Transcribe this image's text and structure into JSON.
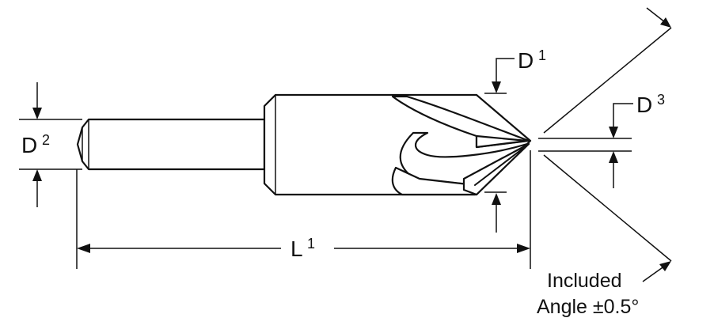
{
  "labels": {
    "d1": "D",
    "d1_sup": "1",
    "d2": "D",
    "d2_sup": "2",
    "d3": "D",
    "d3_sup": "3",
    "l1": "L",
    "l1_sup": "1",
    "angle_line1": "Included",
    "angle_line2": "Angle ±0.5°"
  }
}
